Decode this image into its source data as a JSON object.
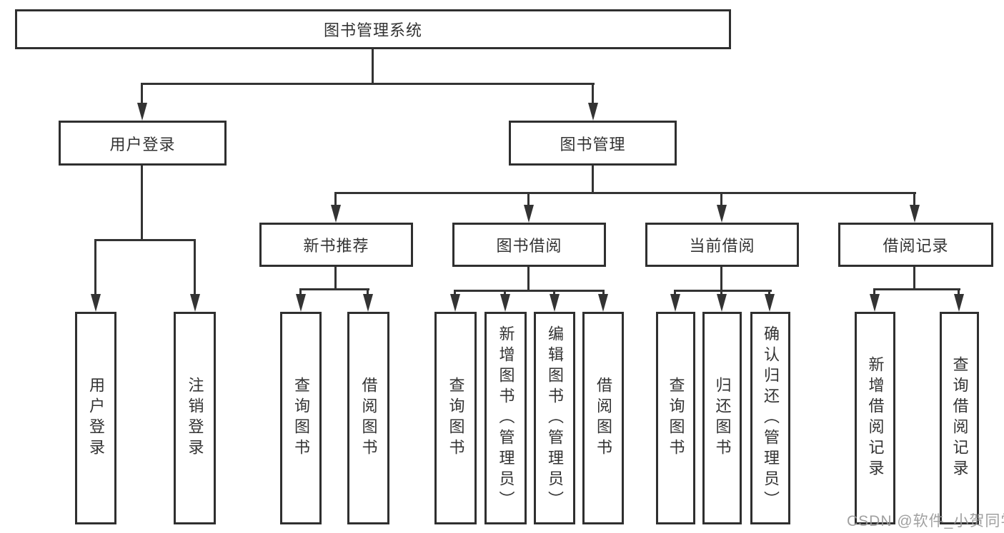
{
  "diagram": {
    "type": "hierarchy-tree",
    "root": {
      "label": "图书管理系统",
      "children": [
        {
          "label": "用户登录",
          "children": [
            {
              "label": "用户登录"
            },
            {
              "label": "注销登录"
            }
          ]
        },
        {
          "label": "图书管理",
          "children": [
            {
              "label": "新书推荐",
              "children": [
                {
                  "label": "查询图书"
                },
                {
                  "label": "借阅图书"
                }
              ]
            },
            {
              "label": "图书借阅",
              "children": [
                {
                  "label": "查询图书"
                },
                {
                  "label": "新增图书（管理员）"
                },
                {
                  "label": "编辑图书（管理员）"
                },
                {
                  "label": "借阅图书"
                }
              ]
            },
            {
              "label": "当前借阅",
              "children": [
                {
                  "label": "查询图书"
                },
                {
                  "label": "归还图书"
                },
                {
                  "label": "确认归还（管理员）"
                }
              ]
            },
            {
              "label": "借阅记录",
              "children": [
                {
                  "label": "新增借阅记录"
                },
                {
                  "label": "查询借阅记录"
                }
              ]
            }
          ]
        }
      ]
    }
  },
  "watermark": {
    "text": "CSDN @软件_小贺同学"
  },
  "colors": {
    "line": "#333333",
    "box_border": "#2f2f2f",
    "text": "#333333",
    "background": "#ffffff",
    "watermark": "#989898"
  }
}
